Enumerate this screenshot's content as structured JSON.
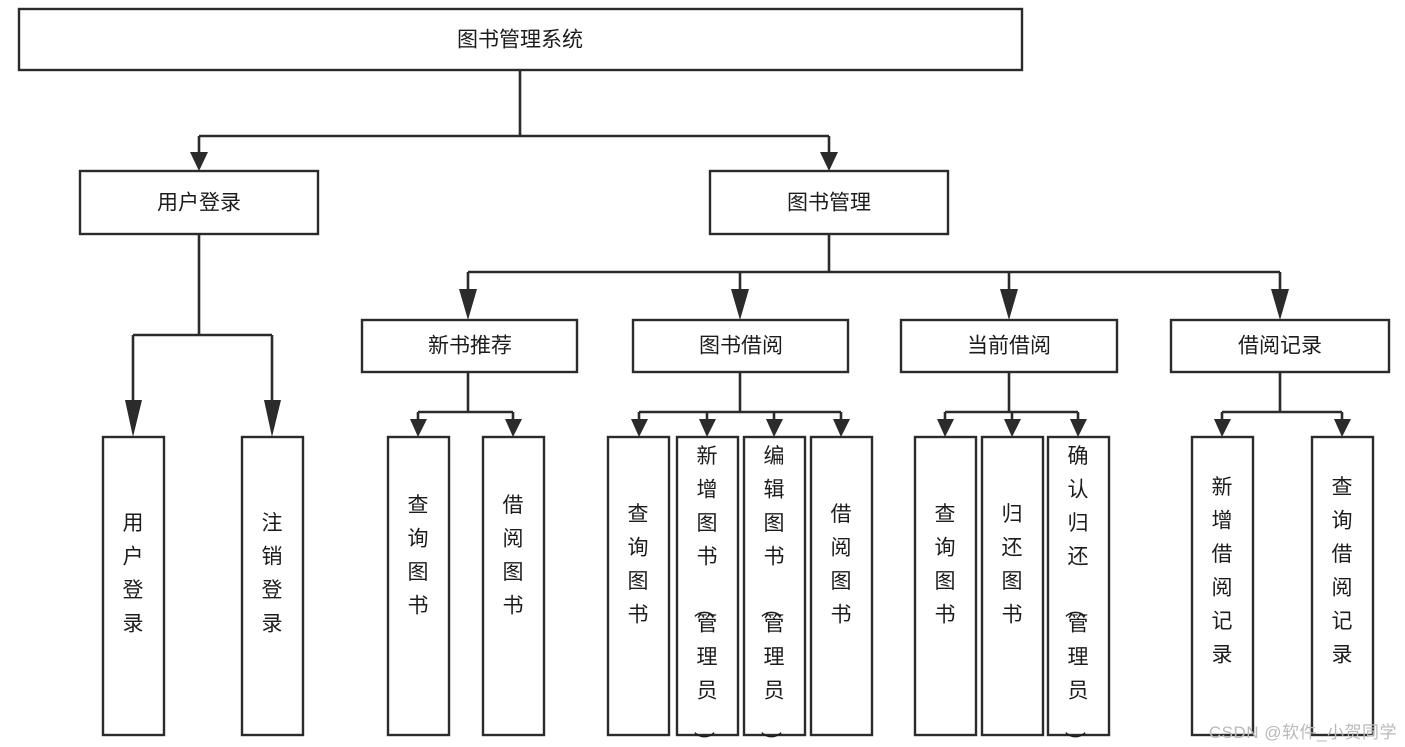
{
  "diagram": {
    "title": "图书管理系统",
    "type": "hierarchy-tree",
    "watermark": "CSDN @软件_小贺同学",
    "colors": {
      "background": "#ffffff",
      "box_stroke": "#2b2b2b",
      "box_fill": "#ffffff",
      "text": "#1c1c1c",
      "watermark": "#b9b9b9"
    },
    "root": {
      "label": "图书管理系统"
    },
    "level2": [
      {
        "label": "用户登录"
      },
      {
        "label": "图书管理"
      }
    ],
    "level3": [
      {
        "label": "新书推荐"
      },
      {
        "label": "图书借阅"
      },
      {
        "label": "当前借阅"
      },
      {
        "label": "借阅记录"
      }
    ],
    "leaves": {
      "user_login": [
        {
          "label": "用户登录"
        },
        {
          "label": "注销登录"
        }
      ],
      "new_book_recommend": [
        {
          "label": "查询图书"
        },
        {
          "label": "借阅图书"
        }
      ],
      "book_borrow": [
        {
          "label": "查询图书"
        },
        {
          "label": "新增图书（管理员）"
        },
        {
          "label": "编辑图书（管理员）"
        },
        {
          "label": "借阅图书"
        }
      ],
      "current_borrow": [
        {
          "label": "查询图书"
        },
        {
          "label": "归还图书"
        },
        {
          "label": "确认归还（管理员）"
        }
      ],
      "borrow_record": [
        {
          "label": "新增借阅记录"
        },
        {
          "label": "查询借阅记录"
        }
      ]
    }
  }
}
